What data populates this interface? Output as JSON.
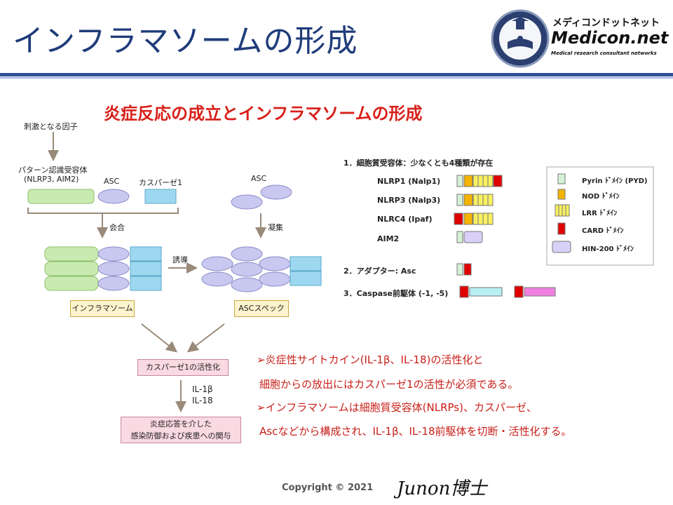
{
  "header": {
    "title": "インフラマソームの形成",
    "logo_kana": "メディコンドットネット",
    "logo_main": "Medicon.net",
    "logo_sub": "Medical research consultant networks"
  },
  "subtitle": "炎症反応の成立とインフラマソームの形成",
  "pathway": {
    "stimulus": "刺激となる因子",
    "receptor_line1": "パターン認識受容体",
    "receptor_line2": "(NLRP3, AIM2)",
    "asc": "ASC",
    "caspase": "カスパーゼ1",
    "asc_right": "ASC",
    "assembly": "会合",
    "aggregation": "凝集",
    "induction": "誘導",
    "inflammasome_box": "インフラマソーム",
    "asc_speck_box": "ASCスペック",
    "caspase_activation_box": "カスパーゼ1の活性化",
    "il1b": "IL-1β",
    "il18": "IL-18",
    "response_line1": "炎症応答を介した",
    "response_line2": "感染防御および疾患への関与"
  },
  "receptors": {
    "heading1": "1．細胞質受容体：少なくとも4種類が存在",
    "items": [
      "NLRP1 (Nalp1)",
      "NLRP3 (Nalp3)",
      "NLRC4 (Ipaf)",
      "AIM2"
    ],
    "heading2": "2．アダプター: Asc",
    "heading3": "3．Caspase前駆体 (-1, -5)"
  },
  "legend": {
    "items": [
      {
        "label": "Pyrin ﾄﾞﾒｲﾝ (PYD)",
        "color": "#d6f2d6"
      },
      {
        "label": "NOD ﾄﾞﾒｲﾝ",
        "color": "#f4b400"
      },
      {
        "label": "LRR ﾄﾞﾒｲﾝ",
        "color": "#f8f060"
      },
      {
        "label": "CARD ﾄﾞﾒｲﾝ",
        "color": "#e00000"
      },
      {
        "label": "HIN-200 ﾄﾞﾒｲﾝ",
        "color": "#d8d0f6"
      }
    ]
  },
  "notes": {
    "note1_line1": "➢炎症性サイトカイン(IL-1β、IL-18)の活性化と",
    "note1_line2": "細胞からの放出にはカスパーゼ1の活性が必須である。",
    "note2_line1": "➢インフラマソームは細胞質受容体(NLRPs)、カスパーゼ、",
    "note2_line2": "Ascなどから構成され、IL-1β、IL-18前駆体を切断・活性化する。"
  },
  "footer": {
    "copyright": "Copyright © 2021",
    "signature": "Junon博士"
  },
  "colors": {
    "title": "#1f3c7a",
    "accent_red": "#d8201a",
    "receptor_green": "#c9eab0",
    "asc_purple": "#c8c8f0",
    "caspase_blue": "#9ed8f0"
  }
}
